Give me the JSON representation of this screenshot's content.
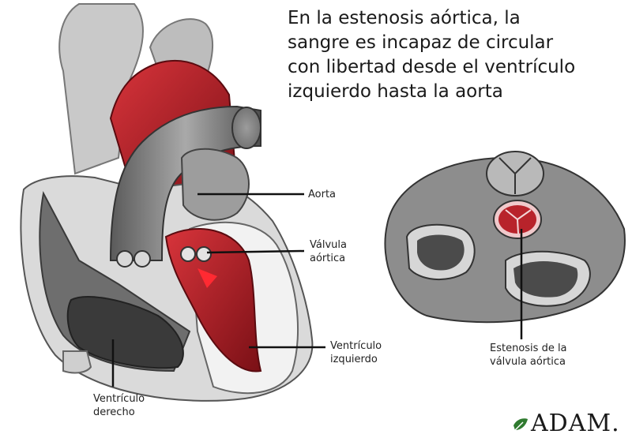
{
  "title_lines": [
    "En la estenosis aórtica, la",
    "sangre es incapaz de circular",
    "con libertad desde el ventrículo",
    "izquierdo hasta la aorta"
  ],
  "labels": {
    "aorta": "Aorta",
    "aortic_valve": [
      "Válvula",
      "aórtica"
    ],
    "left_ventricle": [
      "Ventrículo",
      "izquierdo"
    ],
    "right_ventricle": [
      "Ventrículo",
      "derecho"
    ],
    "stenosis": [
      "Estenosis de la",
      "válvula aórtica"
    ]
  },
  "logo": "ADAM.",
  "colors": {
    "red": "#b8232b",
    "dark_red": "#7a1016",
    "gray": "#8e8e8e",
    "dark_gray": "#4a4a4a",
    "light_gray": "#d4d4d4"
  },
  "icons": [
    "adam-leaf-icon"
  ]
}
